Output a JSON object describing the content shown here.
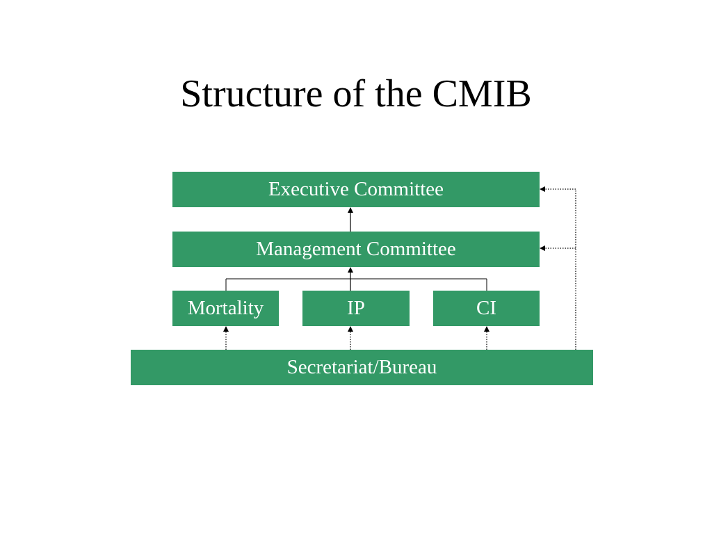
{
  "slide": {
    "title": "Structure of the CMIB"
  },
  "diagram": {
    "box_color": "#339966",
    "line_color": "#000000",
    "nodes": {
      "executive": "Executive Committee",
      "management": "Management Committee",
      "mortality": "Mortality",
      "ip": "IP",
      "ci": "CI",
      "secretariat": "Secretariat/Bureau"
    }
  }
}
